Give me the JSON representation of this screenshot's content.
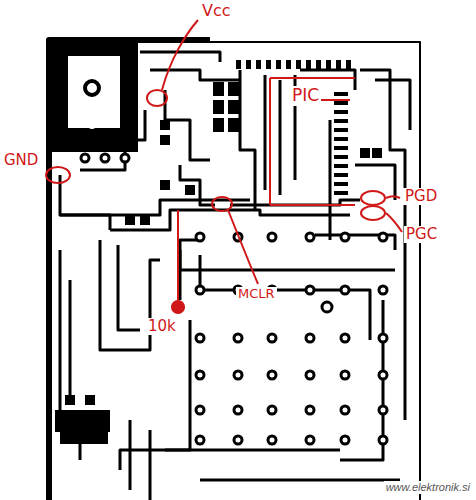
{
  "diagram": {
    "labels": [
      "Vcc",
      "GND",
      "PIC",
      "PGD",
      "PGC",
      "MCLR",
      "10k",
      "www.elektronik.si"
    ]
  }
}
